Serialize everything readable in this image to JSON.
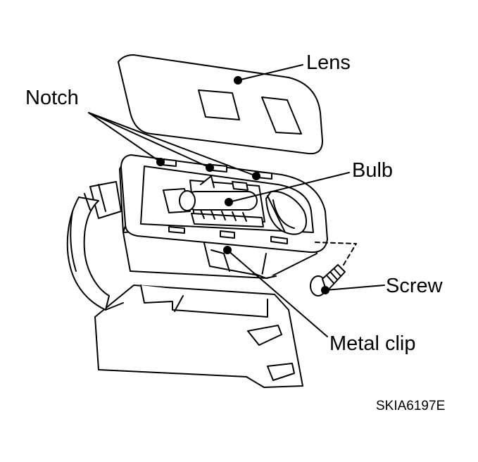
{
  "labels": {
    "lens": "Lens",
    "notch": "Notch",
    "bulb": "Bulb",
    "screw": "Screw",
    "metal_clip": "Metal clip"
  },
  "figure_code": "SKIA6197E",
  "colors": {
    "line": "#000000",
    "fill": "#ffffff"
  }
}
